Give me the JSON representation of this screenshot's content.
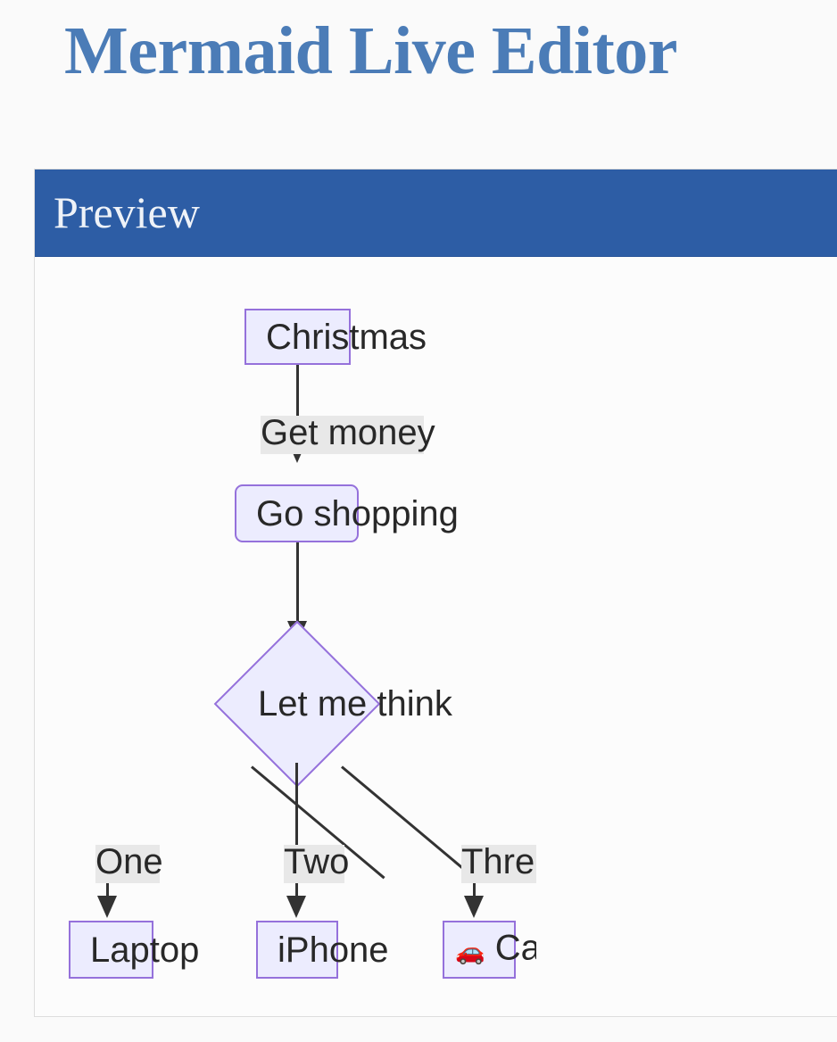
{
  "page": {
    "title": "Mermaid Live Editor",
    "background_color": "#fafafa",
    "title_color": "#4b7cb7"
  },
  "preview_panel": {
    "header_title": "Preview",
    "header_bg": "#2d5da5",
    "header_text_color": "#eef2f8",
    "body_bg": "#fcfcfc",
    "border_color": "#dddddd"
  },
  "diagram": {
    "type": "flowchart",
    "direction": "TD",
    "theme_colors": {
      "node_fill": "#ececfe",
      "node_stroke": "#9571db",
      "edge_stroke": "#333333",
      "edge_label_bg": "#e8e8e8",
      "text": "#282828"
    },
    "nodes": [
      {
        "id": "christmas",
        "label": "Christmas",
        "shape": "rect"
      },
      {
        "id": "go-shopping",
        "label": "Go shopping",
        "shape": "round"
      },
      {
        "id": "let-me-think",
        "label": "Let me think",
        "shape": "diamond"
      },
      {
        "id": "laptop",
        "label": "Laptop",
        "shape": "rect"
      },
      {
        "id": "iphone",
        "label": "iPhone",
        "shape": "rect"
      },
      {
        "id": "car",
        "label": "Car",
        "shape": "rect",
        "icon": "car-icon",
        "icon_glyph": "🚗"
      }
    ],
    "edges": [
      {
        "from": "christmas",
        "to": "go-shopping",
        "label": "Get money"
      },
      {
        "from": "go-shopping",
        "to": "let-me-think",
        "label": ""
      },
      {
        "from": "let-me-think",
        "to": "laptop",
        "label": "One"
      },
      {
        "from": "let-me-think",
        "to": "iphone",
        "label": "Two"
      },
      {
        "from": "let-me-think",
        "to": "car",
        "label": "Three"
      }
    ]
  }
}
